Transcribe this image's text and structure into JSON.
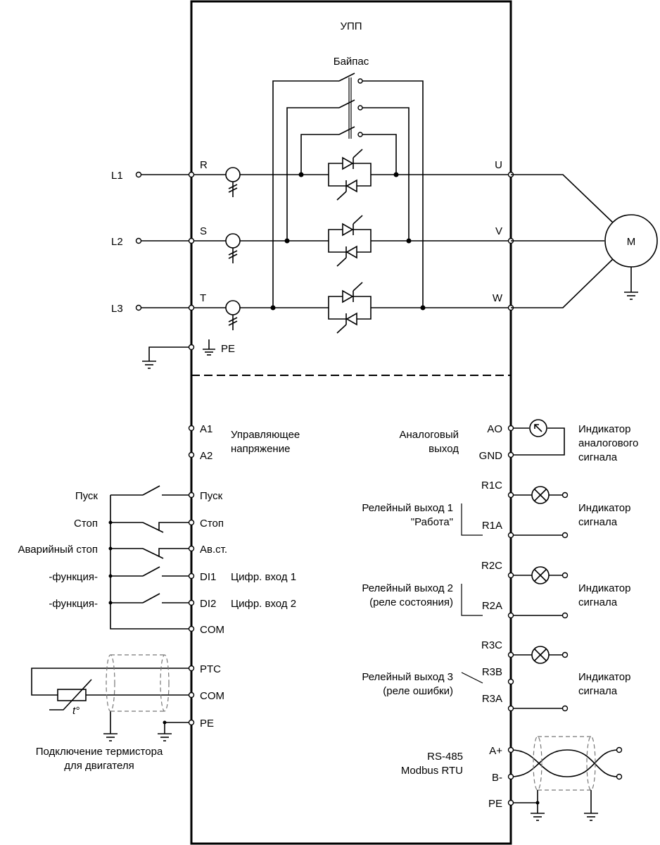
{
  "device": "УПП",
  "bypass": "Байпас",
  "motor": "M",
  "power": {
    "inputs": [
      "L1",
      "L2",
      "L3"
    ],
    "in_terms": [
      "R",
      "S",
      "T"
    ],
    "out_terms": [
      "U",
      "V",
      "W"
    ],
    "pe": "PE"
  },
  "control": {
    "a1": "A1",
    "a2": "A2",
    "ctrl_voltage": [
      "Управляющее",
      "напряжение"
    ],
    "terminals": [
      "Пуск",
      "Стоп",
      "Ав.ст.",
      "DI1",
      "DI2",
      "COM"
    ],
    "external": [
      "Пуск",
      "Стоп",
      "Аварийный стоп",
      "-функция-",
      "-функция-"
    ],
    "di_desc": [
      "Цифр. вход 1",
      "Цифр. вход 2"
    ]
  },
  "thermistor": {
    "terms": [
      "PTC",
      "COM",
      "PE"
    ],
    "temp": "t°",
    "caption": [
      "Подключение термистора",
      "для двигателя"
    ]
  },
  "analog": {
    "label": [
      "Аналоговый",
      "выход"
    ],
    "terms": [
      "AO",
      "GND"
    ],
    "indicator": [
      "Индикатор",
      "аналогового",
      "сигнала"
    ]
  },
  "relays": [
    {
      "label": [
        "Релейный выход 1",
        "\"Работа\""
      ],
      "terms": [
        "R1C",
        "R1A"
      ],
      "indicator": [
        "Индикатор",
        "сигнала"
      ]
    },
    {
      "label": [
        "Релейный выход 2",
        "(реле состояния)"
      ],
      "terms": [
        "R2C",
        "R2A"
      ],
      "indicator": [
        "Индикатор",
        "сигнала"
      ]
    },
    {
      "label": [
        "Релейный выход 3",
        "(реле ошибки)"
      ],
      "terms": [
        "R3C",
        "R3B",
        "R3A"
      ],
      "indicator": [
        "Индикатор",
        "сигнала"
      ]
    }
  ],
  "rs485": {
    "label": [
      "RS-485",
      "Modbus RTU"
    ],
    "terms": [
      "A+",
      "B-",
      "PE"
    ]
  }
}
